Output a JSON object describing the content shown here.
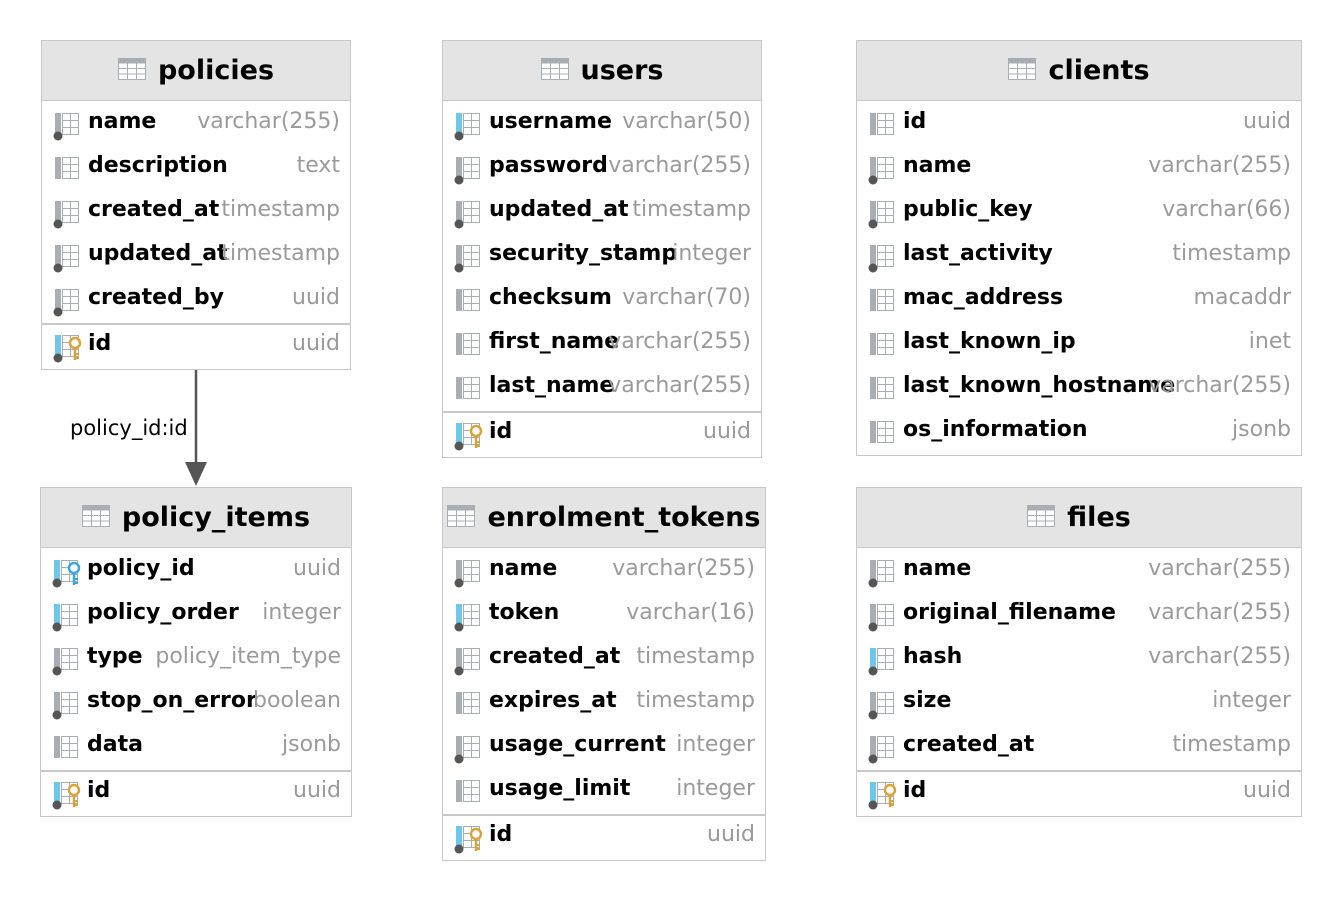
{
  "tables": [
    {
      "id": "policies",
      "title": "policies",
      "columns": [
        {
          "name": "name",
          "type": "varchar(255)",
          "icon": "column-fk-icon"
        },
        {
          "name": "description",
          "type": "text",
          "icon": "column-icon"
        },
        {
          "name": "created_at",
          "type": "timestamp",
          "icon": "column-fk-icon"
        },
        {
          "name": "updated_at",
          "type": "timestamp",
          "icon": "column-fk-icon"
        },
        {
          "name": "created_by",
          "type": "uuid",
          "icon": "column-fk-icon"
        }
      ],
      "keys": [
        {
          "name": "id",
          "type": "uuid",
          "icon": "primary-key-icon"
        }
      ]
    },
    {
      "id": "users",
      "title": "users",
      "columns": [
        {
          "name": "username",
          "type": "varchar(50)",
          "icon": "column-unique-icon"
        },
        {
          "name": "password",
          "type": "varchar(255)",
          "icon": "column-fk-icon"
        },
        {
          "name": "updated_at",
          "type": "timestamp",
          "icon": "column-fk-icon"
        },
        {
          "name": "security_stamp",
          "type": "integer",
          "icon": "column-fk-icon"
        },
        {
          "name": "checksum",
          "type": "varchar(70)",
          "icon": "column-icon"
        },
        {
          "name": "first_name",
          "type": "varchar(255)",
          "icon": "column-icon"
        },
        {
          "name": "last_name",
          "type": "varchar(255)",
          "icon": "column-icon"
        }
      ],
      "keys": [
        {
          "name": "id",
          "type": "uuid",
          "icon": "primary-key-icon"
        }
      ]
    },
    {
      "id": "clients",
      "title": "clients",
      "columns": [
        {
          "name": "id",
          "type": "uuid",
          "icon": "column-icon"
        },
        {
          "name": "name",
          "type": "varchar(255)",
          "icon": "column-fk-icon"
        },
        {
          "name": "public_key",
          "type": "varchar(66)",
          "icon": "column-fk-icon"
        },
        {
          "name": "last_activity",
          "type": "timestamp",
          "icon": "column-fk-icon"
        },
        {
          "name": "mac_address",
          "type": "macaddr",
          "icon": "column-icon"
        },
        {
          "name": "last_known_ip",
          "type": "inet",
          "icon": "column-icon"
        },
        {
          "name": "last_known_hostname",
          "type": "varchar(255)",
          "icon": "column-icon"
        },
        {
          "name": "os_information",
          "type": "jsonb",
          "icon": "column-icon"
        }
      ],
      "keys": []
    },
    {
      "id": "policy_items",
      "title": "policy_items",
      "columns": [
        {
          "name": "policy_id",
          "type": "uuid",
          "icon": "foreign-key-icon"
        },
        {
          "name": "policy_order",
          "type": "integer",
          "icon": "column-unique-icon"
        },
        {
          "name": "type",
          "type": "policy_item_type",
          "icon": "column-fk-icon"
        },
        {
          "name": "stop_on_error",
          "type": "boolean",
          "icon": "column-fk-icon"
        },
        {
          "name": "data",
          "type": "jsonb",
          "icon": "column-icon"
        }
      ],
      "keys": [
        {
          "name": "id",
          "type": "uuid",
          "icon": "primary-key-icon"
        }
      ]
    },
    {
      "id": "enrolment_tokens",
      "title": "enrolment_tokens",
      "columns": [
        {
          "name": "name",
          "type": "varchar(255)",
          "icon": "column-fk-icon"
        },
        {
          "name": "token",
          "type": "varchar(16)",
          "icon": "column-unique-icon"
        },
        {
          "name": "created_at",
          "type": "timestamp",
          "icon": "column-fk-icon"
        },
        {
          "name": "expires_at",
          "type": "timestamp",
          "icon": "column-icon"
        },
        {
          "name": "usage_current",
          "type": "integer",
          "icon": "column-fk-icon"
        },
        {
          "name": "usage_limit",
          "type": "integer",
          "icon": "column-icon"
        }
      ],
      "keys": [
        {
          "name": "id",
          "type": "uuid",
          "icon": "primary-key-icon"
        }
      ]
    },
    {
      "id": "files",
      "title": "files",
      "columns": [
        {
          "name": "name",
          "type": "varchar(255)",
          "icon": "column-fk-icon"
        },
        {
          "name": "original_filename",
          "type": "varchar(255)",
          "icon": "column-fk-icon"
        },
        {
          "name": "hash",
          "type": "varchar(255)",
          "icon": "column-unique-icon"
        },
        {
          "name": "size",
          "type": "integer",
          "icon": "column-fk-icon"
        },
        {
          "name": "created_at",
          "type": "timestamp",
          "icon": "column-fk-icon"
        }
      ],
      "keys": [
        {
          "name": "id",
          "type": "uuid",
          "icon": "primary-key-icon"
        }
      ]
    }
  ],
  "relations": [
    {
      "from": "policies",
      "to": "policy_items",
      "label": "policy_id:id"
    }
  ],
  "colors": {
    "header_bg": "#e4e4e4",
    "border": "#c8c8c8",
    "type_text": "#9a9a9a",
    "icon_grey": "#a9aeb4",
    "icon_blue": "#6ec6ea",
    "key_gold": "#d8a43a",
    "key_blue": "#3aa6e0",
    "arrow": "#555555"
  }
}
